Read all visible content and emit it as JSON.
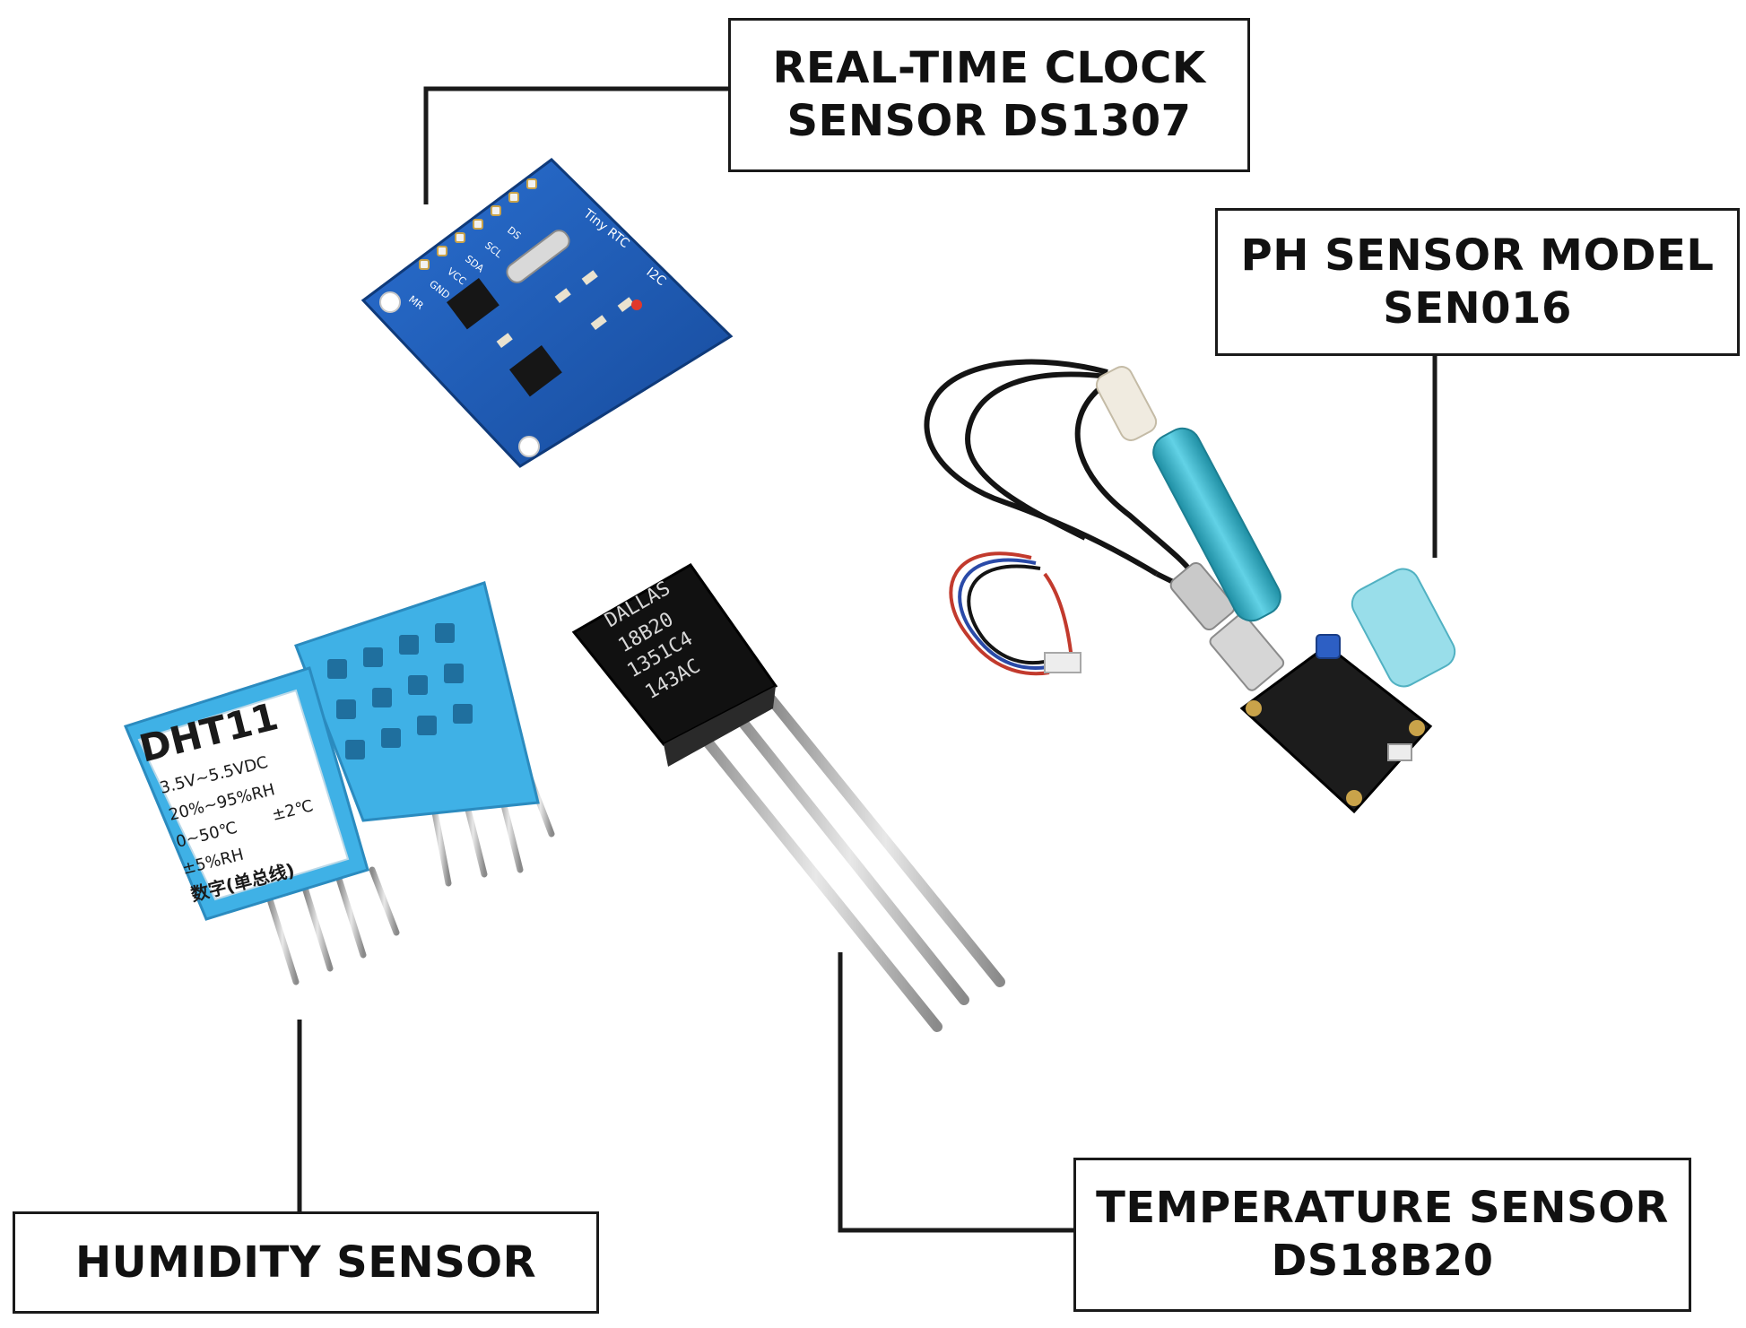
{
  "labels": {
    "rtc": {
      "line1": "REAL-TIME CLOCK",
      "line2": "SENSOR DS1307"
    },
    "ph": {
      "line1": "PH SENSOR MODEL",
      "line2": "SEN016"
    },
    "humidity": {
      "line1": "HUMIDITY SENSOR"
    },
    "temperature": {
      "line1": "TEMPERATURE SENSOR",
      "line2": "DS18B20"
    }
  },
  "rtc_board": {
    "title": "Tiny RTC",
    "bus": "I2C",
    "pins": [
      "DS",
      "SCL",
      "SDA",
      "VCC",
      "GND"
    ],
    "corner": "MR"
  },
  "dht11": {
    "model": "DHT11",
    "voltage": "3.5V~5.5VDC",
    "humidity_range": "20%~95%RH",
    "temp_range": "0~50℃",
    "temp_accuracy": "±2℃",
    "humidity_accuracy": "±5%RH",
    "chinese_note": "数字(单总线)"
  },
  "ds18b20_chip": {
    "brand": "DALLAS",
    "model": "18B20",
    "line3": "1351C4",
    "line4": "143AC"
  },
  "colors": {
    "line": "#1a1a1a",
    "rtc_board": "#1f5fbf",
    "dht_blue": "#3fb1e6",
    "chip_black": "#111111",
    "ph_probe": "#37b6cc",
    "ph_board": "#1c1c1c"
  }
}
